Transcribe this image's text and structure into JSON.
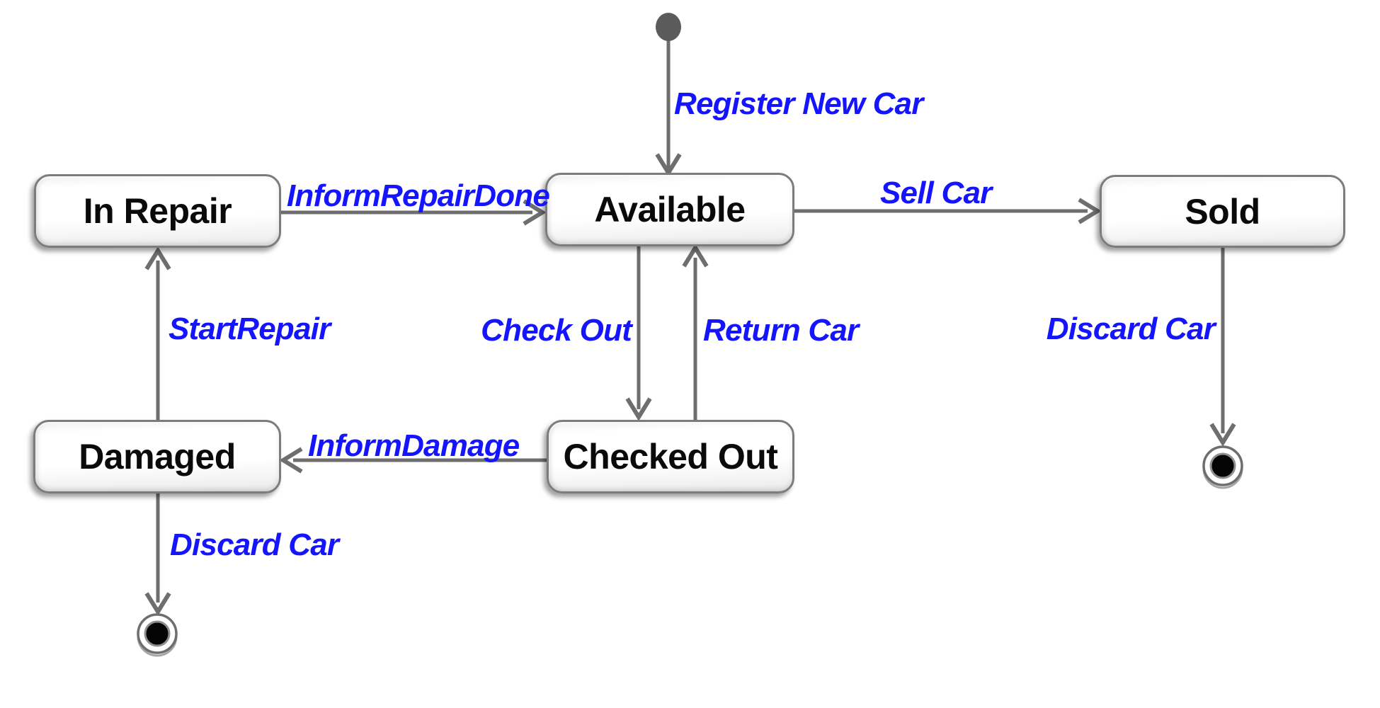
{
  "diagram": {
    "type": "uml-state-machine",
    "title": "Car state machine",
    "colors": {
      "label": "#1414ff",
      "line": "#6e6e6e",
      "state_border": "#7c7c7c",
      "state_fill": "#ffffff",
      "state_text": "#0a0a0a",
      "initial_fill": "#5b5b5b",
      "final_fill": "#050505"
    },
    "states": [
      {
        "id": "in-repair",
        "label": "In Repair"
      },
      {
        "id": "available",
        "label": "Available"
      },
      {
        "id": "sold",
        "label": "Sold"
      },
      {
        "id": "damaged",
        "label": "Damaged"
      },
      {
        "id": "checked-out",
        "label": "Checked Out"
      }
    ],
    "pseudostates": [
      {
        "id": "initial",
        "type": "initial"
      },
      {
        "id": "final-right",
        "type": "final"
      },
      {
        "id": "final-left",
        "type": "final"
      }
    ],
    "transitions": [
      {
        "id": "register-new-car",
        "label": "Register New Car",
        "from": "initial",
        "to": "available"
      },
      {
        "id": "inform-repair-done",
        "label": "InformRepairDone",
        "from": "in-repair",
        "to": "available"
      },
      {
        "id": "sell-car",
        "label": "Sell Car",
        "from": "available",
        "to": "sold"
      },
      {
        "id": "start-repair",
        "label": "StartRepair",
        "from": "damaged",
        "to": "in-repair"
      },
      {
        "id": "check-out",
        "label": "Check Out",
        "from": "available",
        "to": "checked-out"
      },
      {
        "id": "return-car",
        "label": "Return Car",
        "from": "checked-out",
        "to": "available"
      },
      {
        "id": "discard-car-sold",
        "label": "Discard Car",
        "from": "sold",
        "to": "final-right"
      },
      {
        "id": "inform-damage",
        "label": "InformDamage",
        "from": "checked-out",
        "to": "damaged"
      },
      {
        "id": "discard-car-damaged",
        "label": "Discard Car",
        "from": "damaged",
        "to": "final-left"
      }
    ]
  }
}
